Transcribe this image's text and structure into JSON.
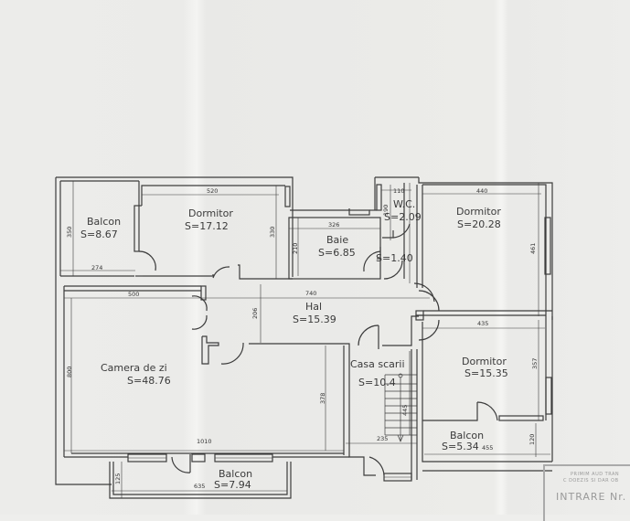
{
  "rooms": {
    "balcon_nw": {
      "name": "Balcon",
      "area": "S=8.67",
      "dim_v": "350",
      "dim_h": "274"
    },
    "dormitor_n": {
      "name": "Dormitor",
      "area": "S=17.12",
      "dim_h": "520",
      "dim_v": "330"
    },
    "baie": {
      "name": "Baie",
      "area": "S=6.85",
      "dim_h": "326",
      "dim_v": "210"
    },
    "wc": {
      "name": "W.C.",
      "area": "S=2.09",
      "dim_h": "110",
      "dim_v": "190"
    },
    "hol_mic": {
      "area": "S=1.40"
    },
    "dormitor_ne": {
      "name": "Dormitor",
      "area": "S=20.28",
      "dim_h": "440",
      "dim_v": "461"
    },
    "hal": {
      "name": "Hal",
      "area": "S=15.39",
      "dim_h": "740",
      "dim_v": "206"
    },
    "camera_de_zi": {
      "name": "Camera de zi",
      "area": "S=48.76",
      "dim_h_top": "500",
      "dim_v": "800",
      "dim_h_bottom": "1010",
      "dim_v_right": "378"
    },
    "casa_scarii": {
      "name": "Casa scarii",
      "area": "S=10.4",
      "dim_v": "445",
      "dim_h": "235"
    },
    "dormitor_se": {
      "name": "Dormitor",
      "area": "S=15.35",
      "dim_h": "435",
      "dim_v": "357"
    },
    "balcon_se": {
      "name": "Balcon",
      "area": "S=5.34",
      "dim_h": "455",
      "dim_v": "120"
    },
    "balcon_s": {
      "name": "Balcon",
      "area": "S=7.94",
      "dim_h": "635",
      "dim_v": "125"
    }
  },
  "stamp": {
    "line1": "PRIMIM AUD TRAN",
    "line2": "C DOEZIS SI DAR OB",
    "line3": "INTRARE Nr."
  }
}
